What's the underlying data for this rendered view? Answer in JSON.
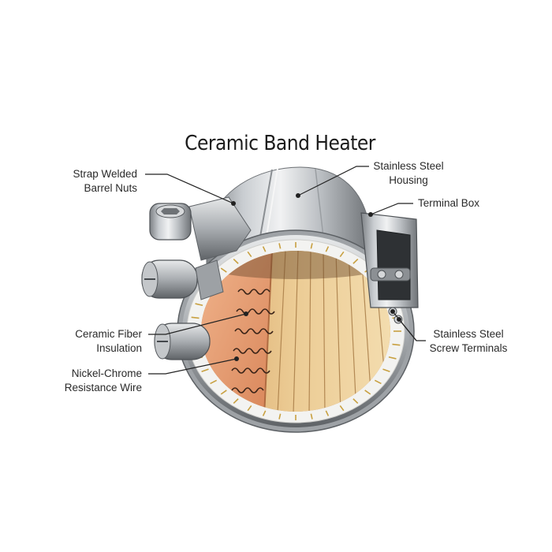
{
  "diagram": {
    "title": "Ceramic Band Heater",
    "labels": {
      "strap_welded": [
        "Strap Welded",
        "Barrel Nuts"
      ],
      "housing": [
        "Stainless Steel",
        "Housing"
      ],
      "terminal_box": [
        "Terminal Box"
      ],
      "fiber": [
        "Ceramic Fiber",
        "Insulation"
      ],
      "wire": [
        "Nickel-Chrome",
        "Resistance Wire"
      ],
      "screw_terminals": [
        "Stainless Steel",
        "Screw Terminals"
      ]
    }
  }
}
